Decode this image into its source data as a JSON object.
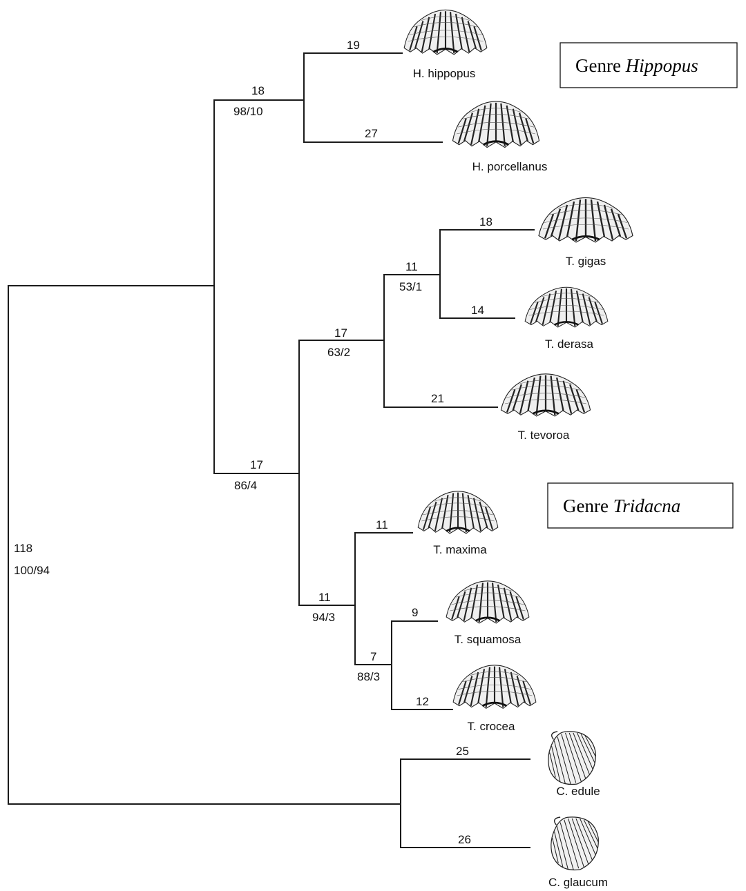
{
  "genus_boxes": {
    "hippopus": {
      "prefix": "Genre ",
      "name": "Hippopus"
    },
    "tridacna": {
      "prefix": "Genre ",
      "name": "Tridacna"
    }
  },
  "internal_nodes": {
    "root": {
      "length": "118",
      "support": "100/94"
    },
    "tridacninae": {
      "length": "",
      "support": ""
    },
    "hippopus": {
      "length": "18",
      "support": "98/10"
    },
    "tridacna": {
      "length": "17",
      "support": "86/4"
    },
    "gigas_group": {
      "length": "17",
      "support": "63/2"
    },
    "gigas_derasa": {
      "length": "11",
      "support": "53/1"
    },
    "maxima_group": {
      "length": "11",
      "support": "94/3"
    },
    "squamosa_crocea": {
      "length": "7",
      "support": "88/3"
    }
  },
  "leaves": {
    "h_hippopus": {
      "name": "H. hippopus",
      "length": "19"
    },
    "h_porcellanus": {
      "name": "H. porcellanus",
      "length": "27"
    },
    "t_gigas": {
      "name": "T. gigas",
      "length": "18"
    },
    "t_derasa": {
      "name": "T. derasa",
      "length": "14"
    },
    "t_tevoroa": {
      "name": "T. tevoroa",
      "length": "21"
    },
    "t_maxima": {
      "name": "T. maxima",
      "length": "11"
    },
    "t_squamosa": {
      "name": "T. squamosa",
      "length": "9"
    },
    "t_crocea": {
      "name": "T. crocea",
      "length": "12"
    },
    "c_edule": {
      "name": "C. edule",
      "length": "25"
    },
    "c_glaucum": {
      "name": "C. glaucum",
      "length": "26"
    }
  },
  "icons": [
    "tridacnid-shell-icon",
    "cockle-shell-icon"
  ]
}
